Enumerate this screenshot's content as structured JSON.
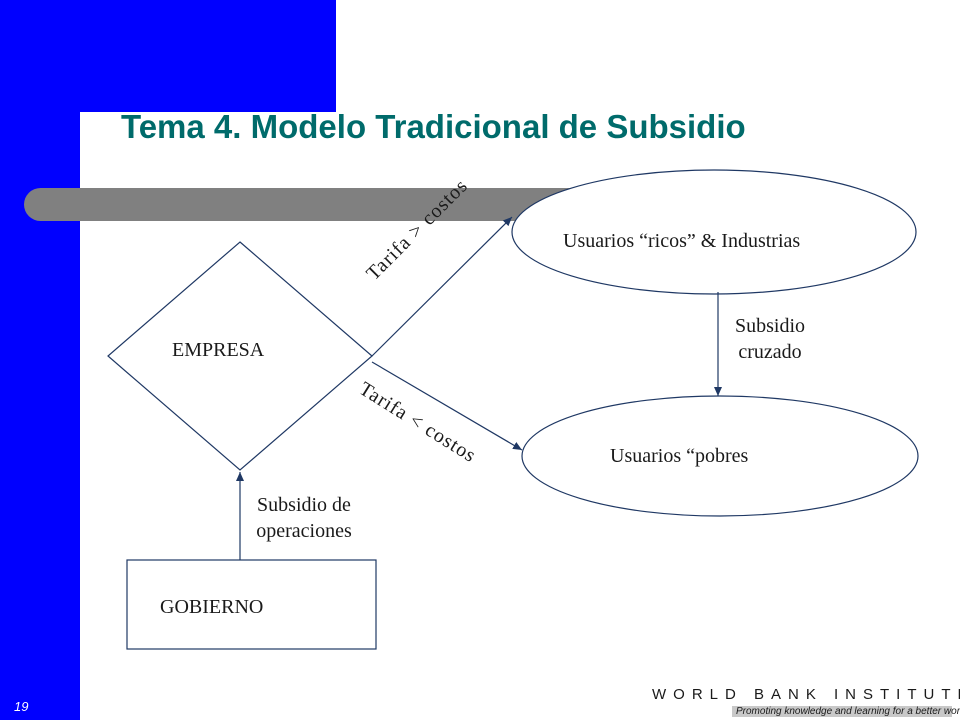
{
  "slide": {
    "title": "Tema 4. Modelo Tradicional de Subsidio",
    "number": "19"
  },
  "diagram": {
    "empresa": "EMPRESA",
    "gobierno": "GOBIERNO",
    "usuarios_ricos": "Usuarios “ricos” & Industrias",
    "usuarios_pobres": "Usuarios “pobres",
    "tarifa_mayor": "Tarifa > costos",
    "tarifa_menor": "Tarifa < costos",
    "subsidio_cruzado_line1": "Subsidio",
    "subsidio_cruzado_line2": "cruzado",
    "subsidio_operaciones_line1": "Subsidio de",
    "subsidio_operaciones_line2": "operaciones"
  },
  "footer": {
    "logo_name": "WORLD BANK INSTITUTE",
    "logo_tagline": "Promoting knowledge and learning for a better world"
  },
  "colors": {
    "sidebar_blue": "#0000FF",
    "title_teal": "#006B6B",
    "rule_gray": "#808080",
    "line_navy": "#1F3864"
  }
}
